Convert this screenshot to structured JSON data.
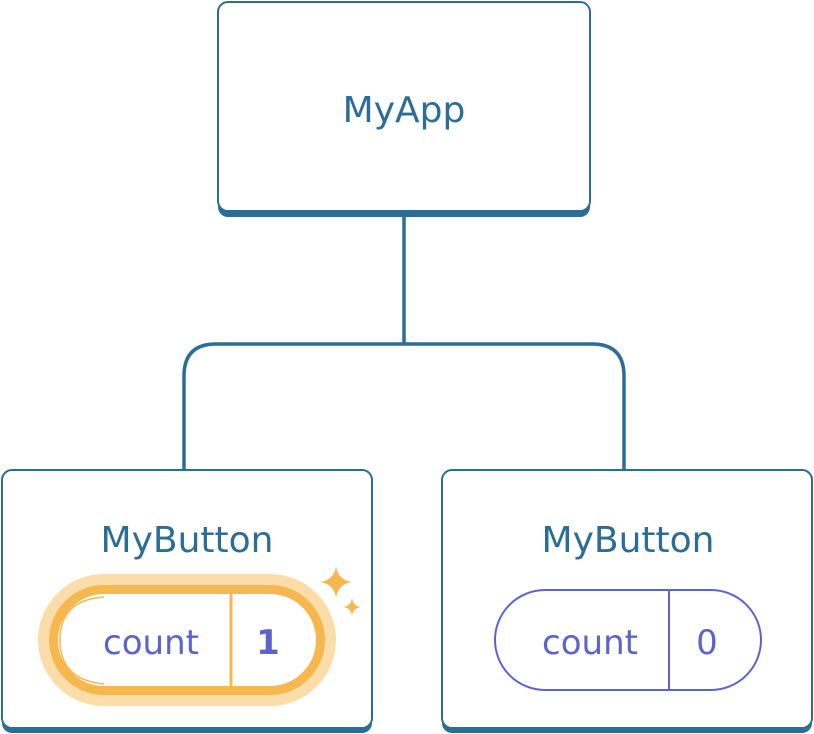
{
  "colors": {
    "primary": "#2b6d96",
    "counter": "#5b63cf",
    "highlight": "#f6b74f",
    "highlight_glow": "#fcdca8"
  },
  "root": {
    "label": "MyApp"
  },
  "children": [
    {
      "label": "MyButton",
      "counter_label": "count",
      "counter_value": "1",
      "highlighted": true,
      "icon": "sparkle-icon"
    },
    {
      "label": "MyButton",
      "counter_label": "count",
      "counter_value": "0",
      "highlighted": false
    }
  ]
}
